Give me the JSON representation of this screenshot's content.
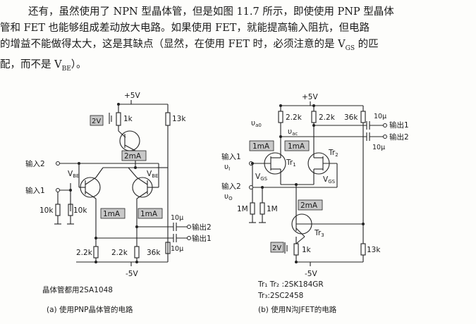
{
  "paragraph": {
    "line1": "还有，虽然使用了 NPN 型晶体管，但是如图 11.7 所示，即使使用 PNP 型晶体",
    "line2": "管和 FET 也能够组成差动放大电路。如果使用 FET，就能提高输入阻抗，但电路",
    "line3": "的增益不能做得太大，这是其缺点（显然，在使用 FET 时，必须注意的是 V",
    "line3_sub": "GS",
    "line3_tail": " 的匹",
    "line4": "配，而不是 V",
    "line4_sub": "BE",
    "line4_tail": "）。"
  },
  "circuit_a": {
    "vplus": "+5V",
    "vminus": "-5V",
    "src_v": "2V",
    "r_top": "1k",
    "r_right": "13k",
    "current_top": "2mA",
    "in2": "输入2",
    "in1": "输入1",
    "vbe": "V",
    "vbe_sub": "BE",
    "r_in1": "10k",
    "r_in2": "10k",
    "current_left": "1mA",
    "current_right": "1mA",
    "cap1": "10μ",
    "cap2": "10μ",
    "out2": "输出2",
    "out1": "输出1",
    "r_load1": "2.2k",
    "r_load2": "2.2k",
    "r_load3": "36k",
    "note": "晶体管都用2SA1048",
    "caption": "(a) 使用PNP晶体管的电路"
  },
  "circuit_b": {
    "vplus": "+5V",
    "vminus": "-5V",
    "r_d1": "2.2k",
    "r_d2": "2.2k",
    "r_36k": "36k",
    "cap1": "10μ",
    "cap2": "10μ",
    "out1": "输出1",
    "out2": "输出2",
    "v_a0": "υ",
    "v_a0_sub": "a0",
    "v_ac": "υ",
    "v_ac_sub": "ac",
    "current_l": "1mA",
    "current_r": "1mA",
    "in1": "输入1",
    "in1_v": "υ",
    "in1_v_sub": "I",
    "in2": "输入2",
    "in2_v": "υ",
    "in2_v_sub": "O",
    "tr1": "Tr",
    "tr1_sub": "1",
    "tr2": "Tr",
    "tr2_sub": "2",
    "tr3": "Tr",
    "tr3_sub": "3",
    "vgs": "V",
    "vgs_sub": "GS",
    "r_g1": "1M",
    "r_g2": "1M",
    "current_tail": "2mA",
    "src_v": "2V",
    "r_1k": "1k",
    "r_13k": "13k",
    "note1": "Tr₁ Tr₂ :2SK184GR",
    "note2": "Tr₃:2SC2458",
    "caption": "(b) 使用N沟JFET的电路"
  }
}
